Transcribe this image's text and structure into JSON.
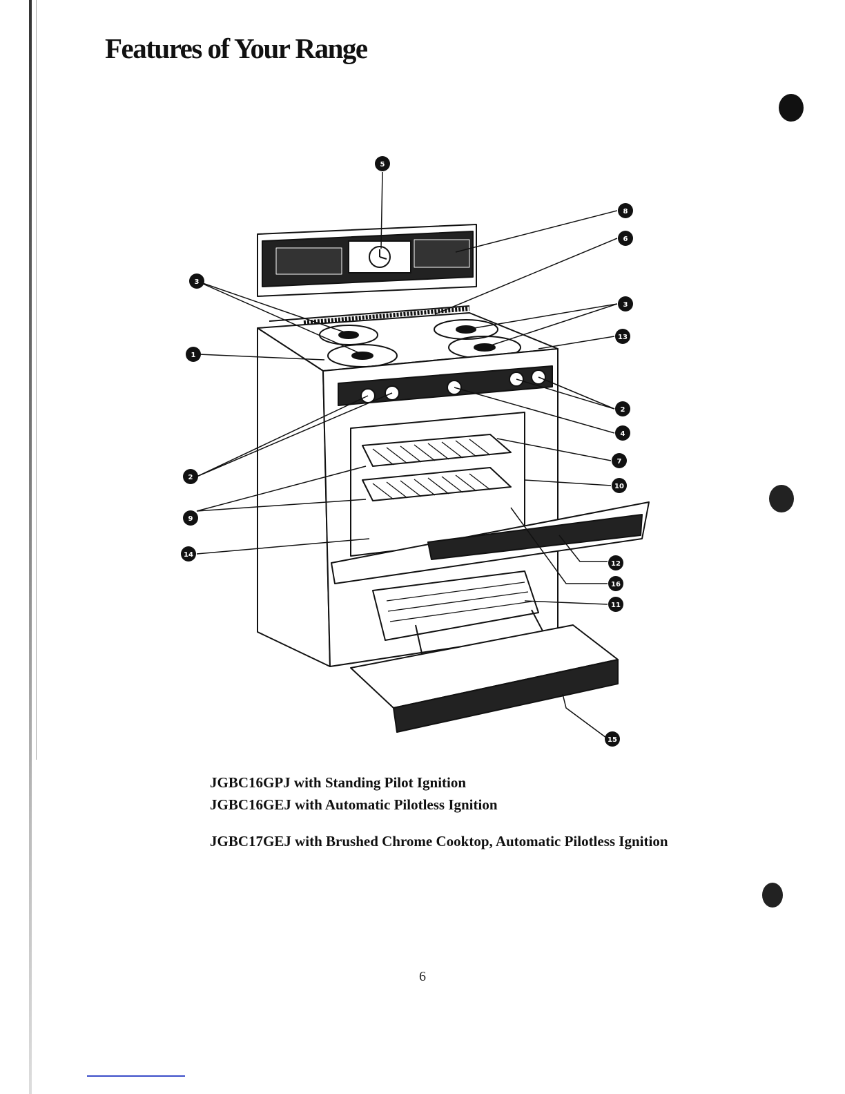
{
  "page": {
    "title": "Features of Your Range",
    "page_number": "6"
  },
  "captions": [
    "JGBC16GPJ with Standing Pilot Ignition",
    "JGBC16GEJ with Automatic Pilotless Ignition",
    "JGBC17GEJ with Brushed Chrome Cooktop, Automatic Pilotless Ignition"
  ],
  "callouts": [
    "5",
    "8",
    "6",
    "3",
    "3",
    "13",
    "1",
    "2",
    "4",
    "7",
    "2",
    "10",
    "9",
    "14",
    "12",
    "16",
    "11",
    "15"
  ],
  "colors": {
    "ink": "#111111",
    "paper": "#ffffff",
    "footer_rule": "#3a4cc8"
  }
}
